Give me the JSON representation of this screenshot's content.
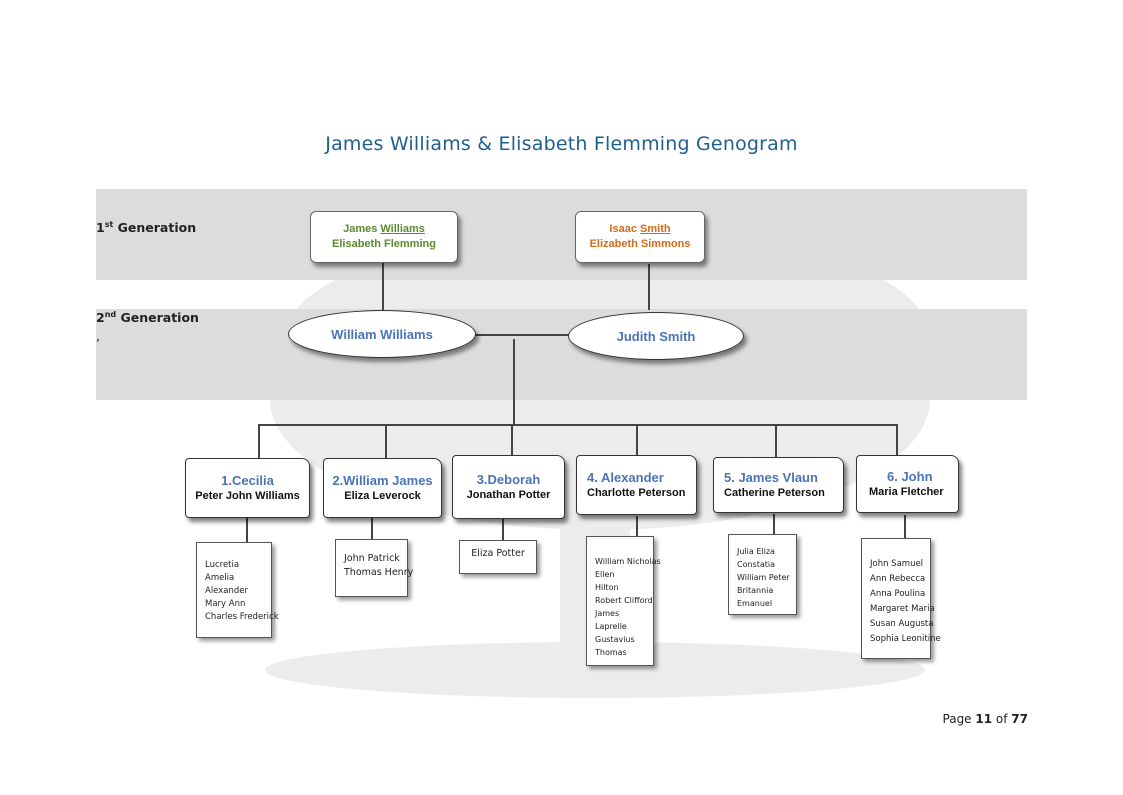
{
  "title": "James Williams & Elisabeth Flemming Genogram",
  "generations": {
    "first_label": "Generation",
    "first_ordinal": "1",
    "first_sup": "st",
    "second_label": "Generation",
    "second_ordinal": "2",
    "second_sup": "nd",
    "stray_mark": "’"
  },
  "first_generation": {
    "left_couple": {
      "first": "James ",
      "surname": "Williams",
      "spouse": "Elisabeth Flemming",
      "color": "#5a8a2e"
    },
    "right_couple": {
      "first": "Isaac ",
      "surname": "Smith",
      "spouse": "Elizabeth Simmons",
      "color": "#d46a1a"
    }
  },
  "second_generation": {
    "husband": "William Williams",
    "wife": "Judith Smith",
    "name_color": "#4a74b8"
  },
  "children": [
    {
      "name": "1.Cecilia",
      "spouse": "Peter John Williams",
      "grandchildren": [
        "Lucretia",
        "Amelia",
        "Alexander",
        "Mary Ann",
        "Charles Frederick"
      ]
    },
    {
      "name": "2.William James",
      "spouse": "Eliza Leverock",
      "grandchildren": [
        "John Patrick",
        "Thomas Henry"
      ]
    },
    {
      "name": "3.Deborah",
      "spouse": "Jonathan Potter",
      "grandchildren": [
        "Eliza Potter"
      ]
    },
    {
      "name": "4. Alexander",
      "spouse": "Charlotte  Peterson",
      "grandchildren": [
        "William Nicholas",
        "Ellen",
        "Hilton",
        "Robert Clifford",
        "James",
        "Laprelle",
        "Gustavius",
        "Thomas"
      ]
    },
    {
      "name": "5. James Vlaun",
      "spouse": "Catherine Peterson",
      "grandchildren": [
        "Julia Eliza",
        "Constatia",
        "William Peter",
        "Britannia",
        "Emanuel"
      ]
    },
    {
      "name": "6. John",
      "spouse": "Maria Fletcher",
      "grandchildren": [
        "John Samuel",
        "Ann Rebecca",
        "Anna Poulina",
        "Margaret Maria",
        "Susan Augusta",
        "Sophia Leonitine"
      ]
    }
  ],
  "footer": {
    "prefix": "Page ",
    "current": "11",
    "middle": " of ",
    "total": "77"
  }
}
